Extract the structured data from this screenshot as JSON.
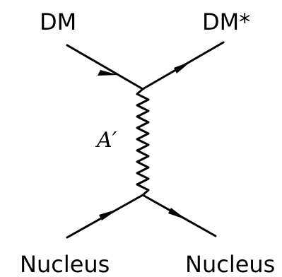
{
  "diagram": {
    "top_left_label": "DM",
    "top_right_label": "DM*",
    "propagator_label": "A′",
    "bottom_left_label": "Nucleus",
    "bottom_right_label": "Nucleus"
  }
}
